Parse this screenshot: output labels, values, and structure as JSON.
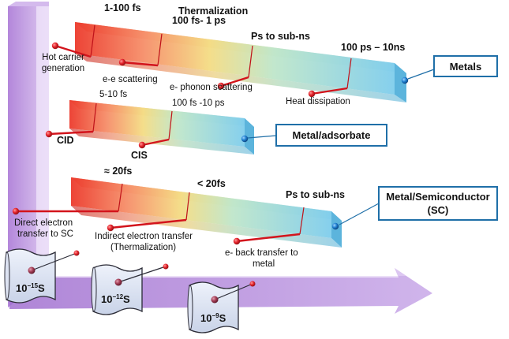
{
  "title": "Thermalization",
  "bars": [
    {
      "name": "Metals",
      "times": [
        "1-100 fs",
        "100 fs- 1 ps",
        "Ps to sub-ns",
        "100 ps – 10ns"
      ],
      "processes": [
        {
          "line1": "Hot carrier",
          "line2": "generation"
        },
        {
          "line1": "e-e scattering"
        },
        {
          "line1": "e- phonon scattering"
        },
        {
          "line1": "Heat dissipation"
        }
      ]
    },
    {
      "name": "Metal/adsorbate",
      "times": [
        "5-10 fs",
        "100 fs -10 ps"
      ],
      "processes": [
        {
          "line1": "CID"
        },
        {
          "line1": "CIS"
        }
      ]
    },
    {
      "name_line1": "Metal/Semiconductor",
      "name_line2": "(SC)",
      "times": [
        "≈ 20fs",
        "< 20fs",
        "Ps to sub-ns"
      ],
      "processes": [
        {
          "line1": "Direct electron",
          "line2": "transfer to SC"
        },
        {
          "line1": "Indirect electron transfer",
          "line2": "(Thermalization)"
        },
        {
          "line1": "e- back transfer to",
          "line2": "metal"
        }
      ]
    }
  ],
  "timescales": [
    {
      "base": "10",
      "exp": "−15",
      "unit": "S"
    },
    {
      "base": "10",
      "exp": "−12",
      "unit": "S"
    },
    {
      "base": "10",
      "exp": "−9",
      "unit": "S"
    }
  ],
  "colors": {
    "red": "#e8312a",
    "orange": "#f4a261",
    "yellow": "#f3e27a",
    "cyan": "#8fd3ec",
    "blue": "#4aa8dc",
    "axis_purple": "#b48ad8",
    "box_border": "#1f6fa8"
  }
}
